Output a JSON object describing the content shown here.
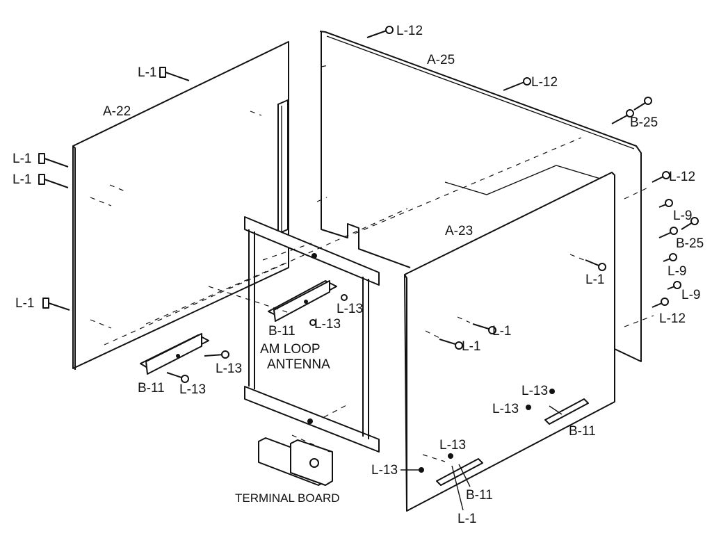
{
  "labels": {
    "a22": "A-22",
    "a25": "A-25",
    "a23": "A-23",
    "b25": "B-25",
    "b11": "B-11",
    "l1": "L-1",
    "l9": "L-9",
    "l12": "L-12",
    "l13": "L-13",
    "am_loop": "AM LOOP",
    "antenna": "ANTENNA",
    "terminal_board": "TERMINAL BOARD"
  }
}
